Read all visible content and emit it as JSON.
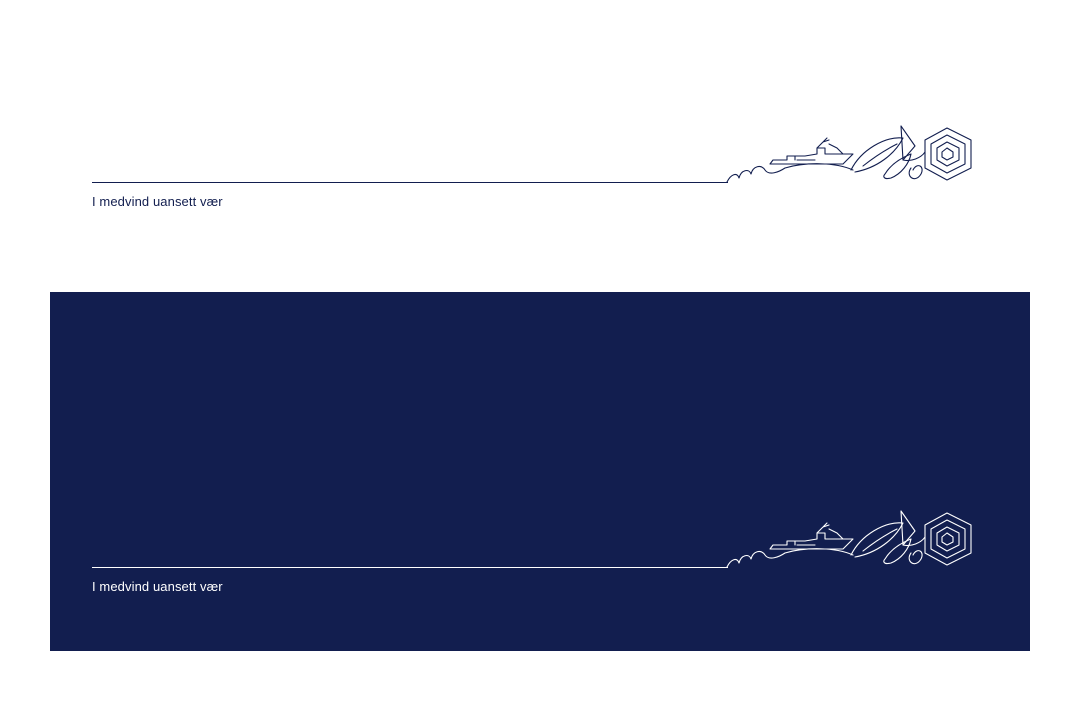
{
  "banners": [
    {
      "variant": "light",
      "background": "#ffffff",
      "ink": "#121e4f",
      "tagline": "I medvind uansett vær",
      "emblem_icon": "coastal-line-art-icon"
    },
    {
      "variant": "dark",
      "background": "#121e4f",
      "ink": "#ffffff",
      "tagline": "I medvind uansett vær",
      "emblem_icon": "coastal-line-art-icon"
    }
  ]
}
